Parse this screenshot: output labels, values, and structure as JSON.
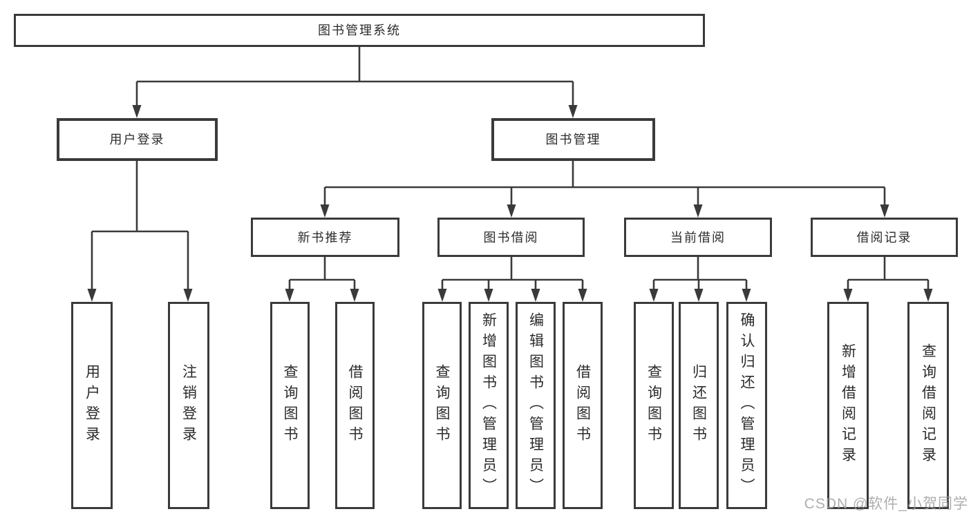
{
  "tree": {
    "root": {
      "label": "图书管理系统",
      "children": [
        {
          "label": "用户登录",
          "children": [
            {
              "label": "用户登录"
            },
            {
              "label": "注销登录"
            }
          ]
        },
        {
          "label": "图书管理",
          "children": [
            {
              "label": "新书推荐",
              "children": [
                {
                  "label": "查询图书"
                },
                {
                  "label": "借阅图书"
                }
              ]
            },
            {
              "label": "图书借阅",
              "children": [
                {
                  "label": "查询图书"
                },
                {
                  "label": "新增图书（管理员）"
                },
                {
                  "label": "编辑图书（管理员）"
                },
                {
                  "label": "借阅图书"
                }
              ]
            },
            {
              "label": "当前借阅",
              "children": [
                {
                  "label": "查询图书"
                },
                {
                  "label": "归还图书"
                },
                {
                  "label": "确认归还（管理员）"
                }
              ]
            },
            {
              "label": "借阅记录",
              "children": [
                {
                  "label": "新增借阅记录"
                },
                {
                  "label": "查询借阅记录"
                }
              ]
            }
          ]
        }
      ]
    }
  },
  "watermark": {
    "text": "CSDN @软件_小贺同学"
  },
  "colors": {
    "line": "#3a3a3a",
    "text": "#2b2b2b",
    "watermark": "#a0a0a0",
    "background": "#ffffff"
  }
}
